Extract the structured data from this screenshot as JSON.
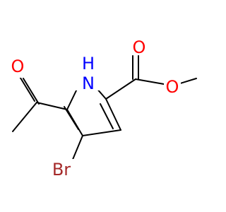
{
  "molecule": {
    "atoms": {
      "o_acetyl": {
        "symbol": "O",
        "color": "#ff0000"
      },
      "nh": {
        "symbol": "H",
        "color": "#0000ff"
      },
      "n_ring": {
        "symbol": "N",
        "color": "#0000ff"
      },
      "br": {
        "symbol": "Br",
        "color": "#a52a2a"
      },
      "o_carbonyl": {
        "symbol": "O",
        "color": "#ff0000"
      },
      "o_ester": {
        "symbol": "O",
        "color": "#ff0000"
      }
    },
    "bond_color": "#000000"
  }
}
